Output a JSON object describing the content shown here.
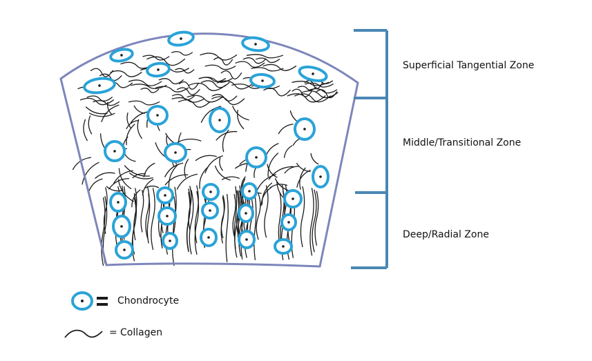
{
  "zones": [
    {
      "name": "Superficial Tangential Zone"
    },
    {
      "name": "Middle/Transitional Zone"
    },
    {
      "name": "Deep/Radial Zone"
    }
  ],
  "legend": {
    "chondrocyte": "Chondrocyte",
    "collagen": "Collagen",
    "equals_sign": "="
  },
  "colors": {
    "cell": "#2aa3d8",
    "outline": "#7c86bb",
    "bracket": "#4a86b4",
    "fiber": "#1a1a1a"
  }
}
